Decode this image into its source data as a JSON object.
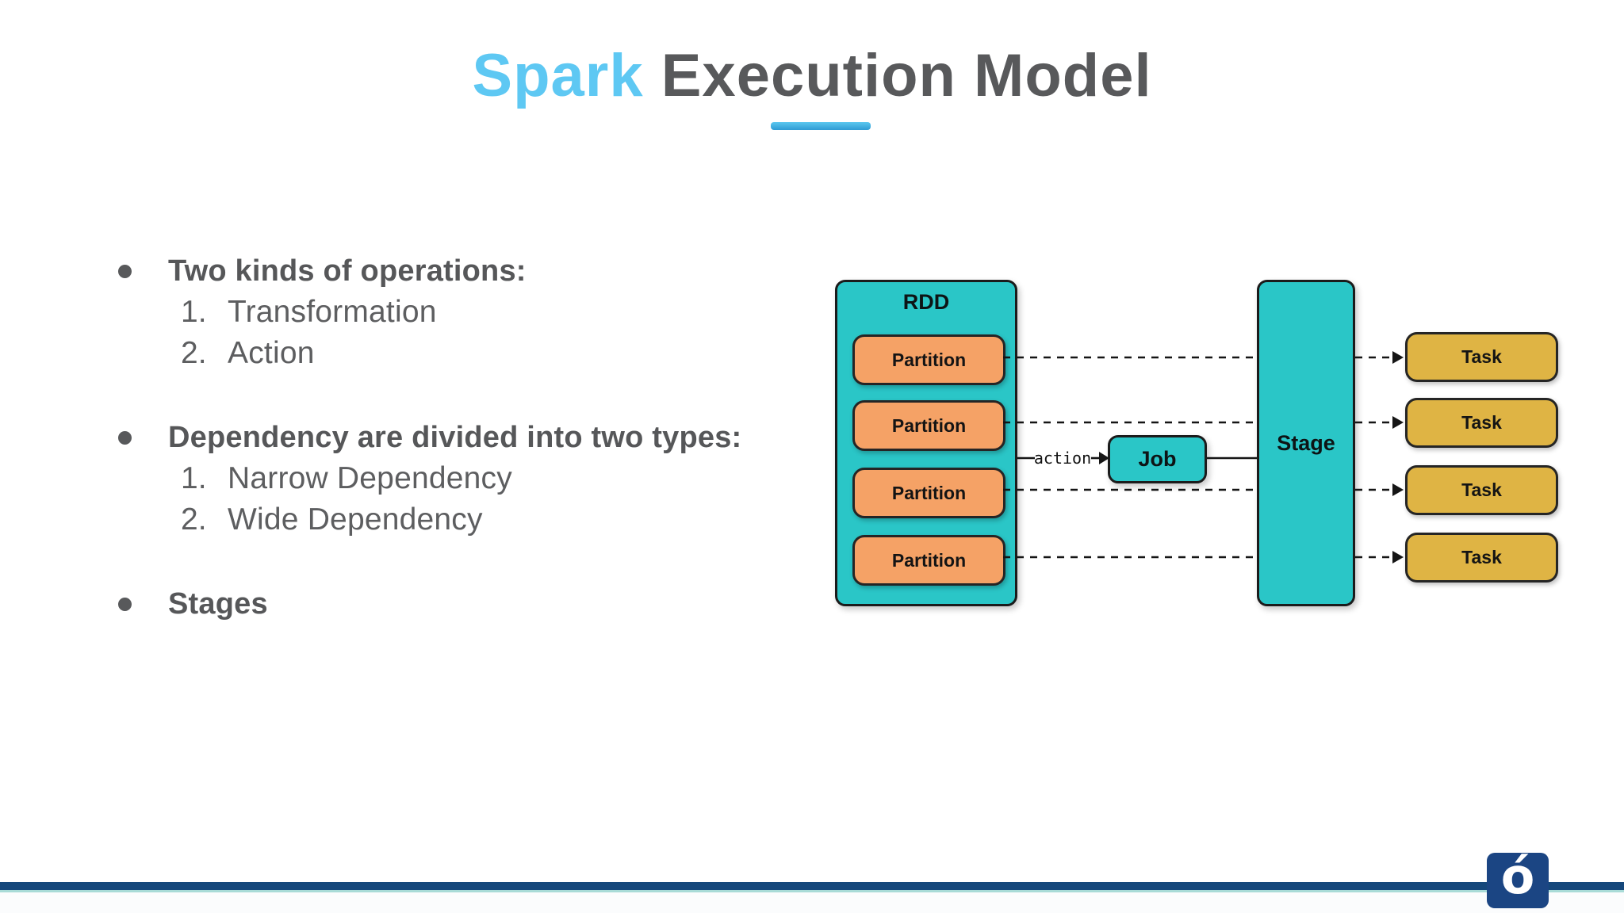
{
  "title": {
    "highlight": "Spark",
    "rest": " Execution Model"
  },
  "bullets": [
    {
      "label": "Two kinds of operations:",
      "items": [
        {
          "num": "1.",
          "text": "Transformation"
        },
        {
          "num": "2.",
          "text": "Action"
        }
      ]
    },
    {
      "label": "Dependency are divided into two types:",
      "items": [
        {
          "num": "1.",
          "text": "Narrow Dependency"
        },
        {
          "num": "2.",
          "text": "Wide Dependency"
        }
      ]
    },
    {
      "label": "Stages",
      "items": []
    }
  ],
  "diagram": {
    "rdd_label": "RDD",
    "partitions": [
      "Partition",
      "Partition",
      "Partition",
      "Partition"
    ],
    "action_label": "action",
    "job_label": "Job",
    "stage_label": "Stage",
    "tasks": [
      "Task",
      "Task",
      "Task",
      "Task"
    ]
  },
  "footer": {
    "logo_glyph": "ó"
  },
  "colors": {
    "title_highlight": "#5EC8F3",
    "title_text": "#58595B",
    "underline_blue": "#3FA9DE",
    "list_text": "#58595B",
    "teal_box": "#2AC6C7",
    "partition_orange": "#F5A266",
    "task_yellow": "#DFB444",
    "box_border": "#1B1B1B",
    "footer_bar_navy": "#15477B",
    "footer_teal_line": "#A9DBD7",
    "logo_navy": "#1B4583"
  }
}
